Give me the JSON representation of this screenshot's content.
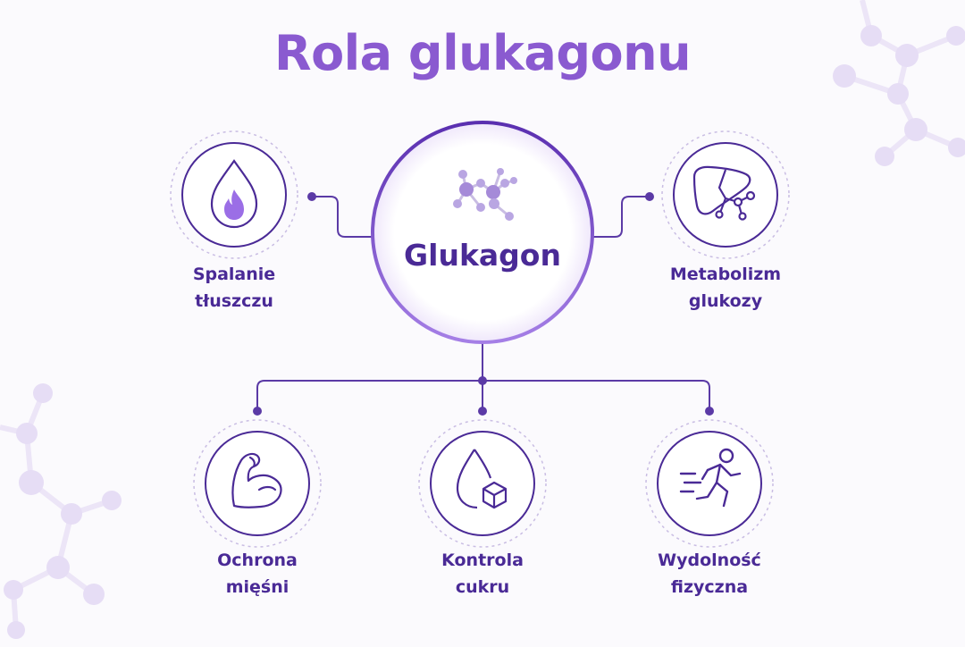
{
  "title": "Rola glukagonu",
  "center": {
    "label": "Glukagon",
    "icon": "molecule-icon"
  },
  "nodes": [
    {
      "id": "fat",
      "lines": [
        "Spalanie",
        "tłuszczu"
      ],
      "icon": "flame-drop-icon"
    },
    {
      "id": "glucose",
      "lines": [
        "Metabolizm",
        "glukozy"
      ],
      "icon": "liver-molecule-icon"
    },
    {
      "id": "muscle",
      "lines": [
        "Ochrona",
        "mięśni"
      ],
      "icon": "flexed-arm-icon"
    },
    {
      "id": "sugar",
      "lines": [
        "Kontrola",
        "cukru"
      ],
      "icon": "drop-cube-icon"
    },
    {
      "id": "fitness",
      "lines": [
        "Wydolność",
        "fizyczna"
      ],
      "icon": "running-person-icon"
    }
  ],
  "colors": {
    "title": "#8a5ad0",
    "text": "#4a2a96",
    "line": "#5b3aa6",
    "circle": "#6b45b8",
    "dashed": "#c9bde3",
    "accent": "#9b6ee6",
    "background": "#fbfafd",
    "decor": "#e6ddf5"
  }
}
